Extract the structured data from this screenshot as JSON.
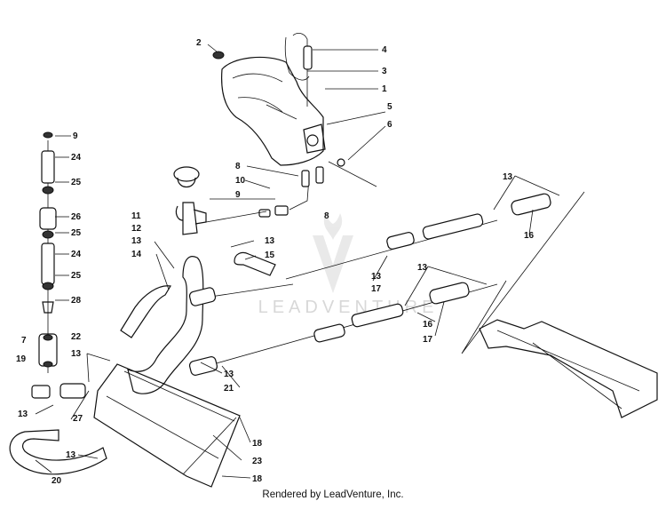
{
  "diagram": {
    "callouts": [
      "1",
      "2",
      "3",
      "4",
      "5",
      "6",
      "7",
      "8",
      "9",
      "10",
      "11",
      "12",
      "13",
      "14",
      "15",
      "16",
      "17",
      "18",
      "19",
      "20",
      "21",
      "22",
      "23",
      "24",
      "25",
      "26",
      "27",
      "28"
    ],
    "watermark": "LEADVENTURE",
    "caption": "Rendered by LeadVenture, Inc."
  }
}
